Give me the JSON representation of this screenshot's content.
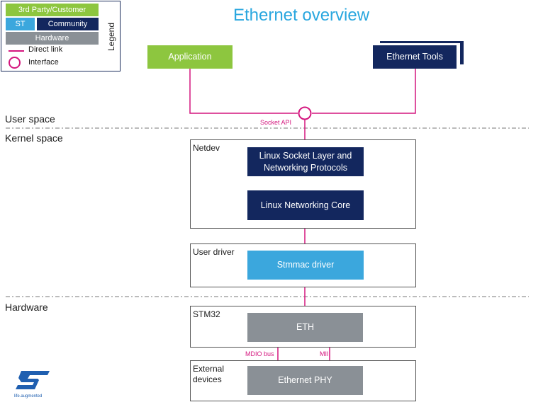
{
  "title": "Ethernet overview",
  "colors": {
    "third_party": "#8dc63f",
    "st": "#3ba7dd",
    "community": "#13275e",
    "hardware": "#8a9096",
    "link": "#d4167e",
    "title": "#2aa7df"
  },
  "legend": {
    "heading": "Legend",
    "third_party": "3rd Party/Customer",
    "st": "ST",
    "community": "Community",
    "hardware": "Hardware",
    "direct_link": "Direct link",
    "interface": "Interface"
  },
  "zones": {
    "user_space": "User space",
    "kernel_space": "Kernel space",
    "hardware": "Hardware"
  },
  "nodes": {
    "application": "Application",
    "ethernet_tools": "Ethernet Tools",
    "socket_api": "Socket API",
    "netdev": "Netdev",
    "socket_layer_line1": "Linux Socket Layer and",
    "socket_layer_line2": "Networking Protocols",
    "networking_core": "Linux Networking Core",
    "user_driver": "User driver",
    "stmmac_driver": "Stmmac driver",
    "stm32": "STM32",
    "eth": "ETH",
    "mdio_bus": "MDIO  bus",
    "mii": "MII",
    "external_line1": "External",
    "external_line2": "devices",
    "ethernet_phy": "Ethernet PHY"
  },
  "logo": {
    "tagline": "life.augmented"
  }
}
